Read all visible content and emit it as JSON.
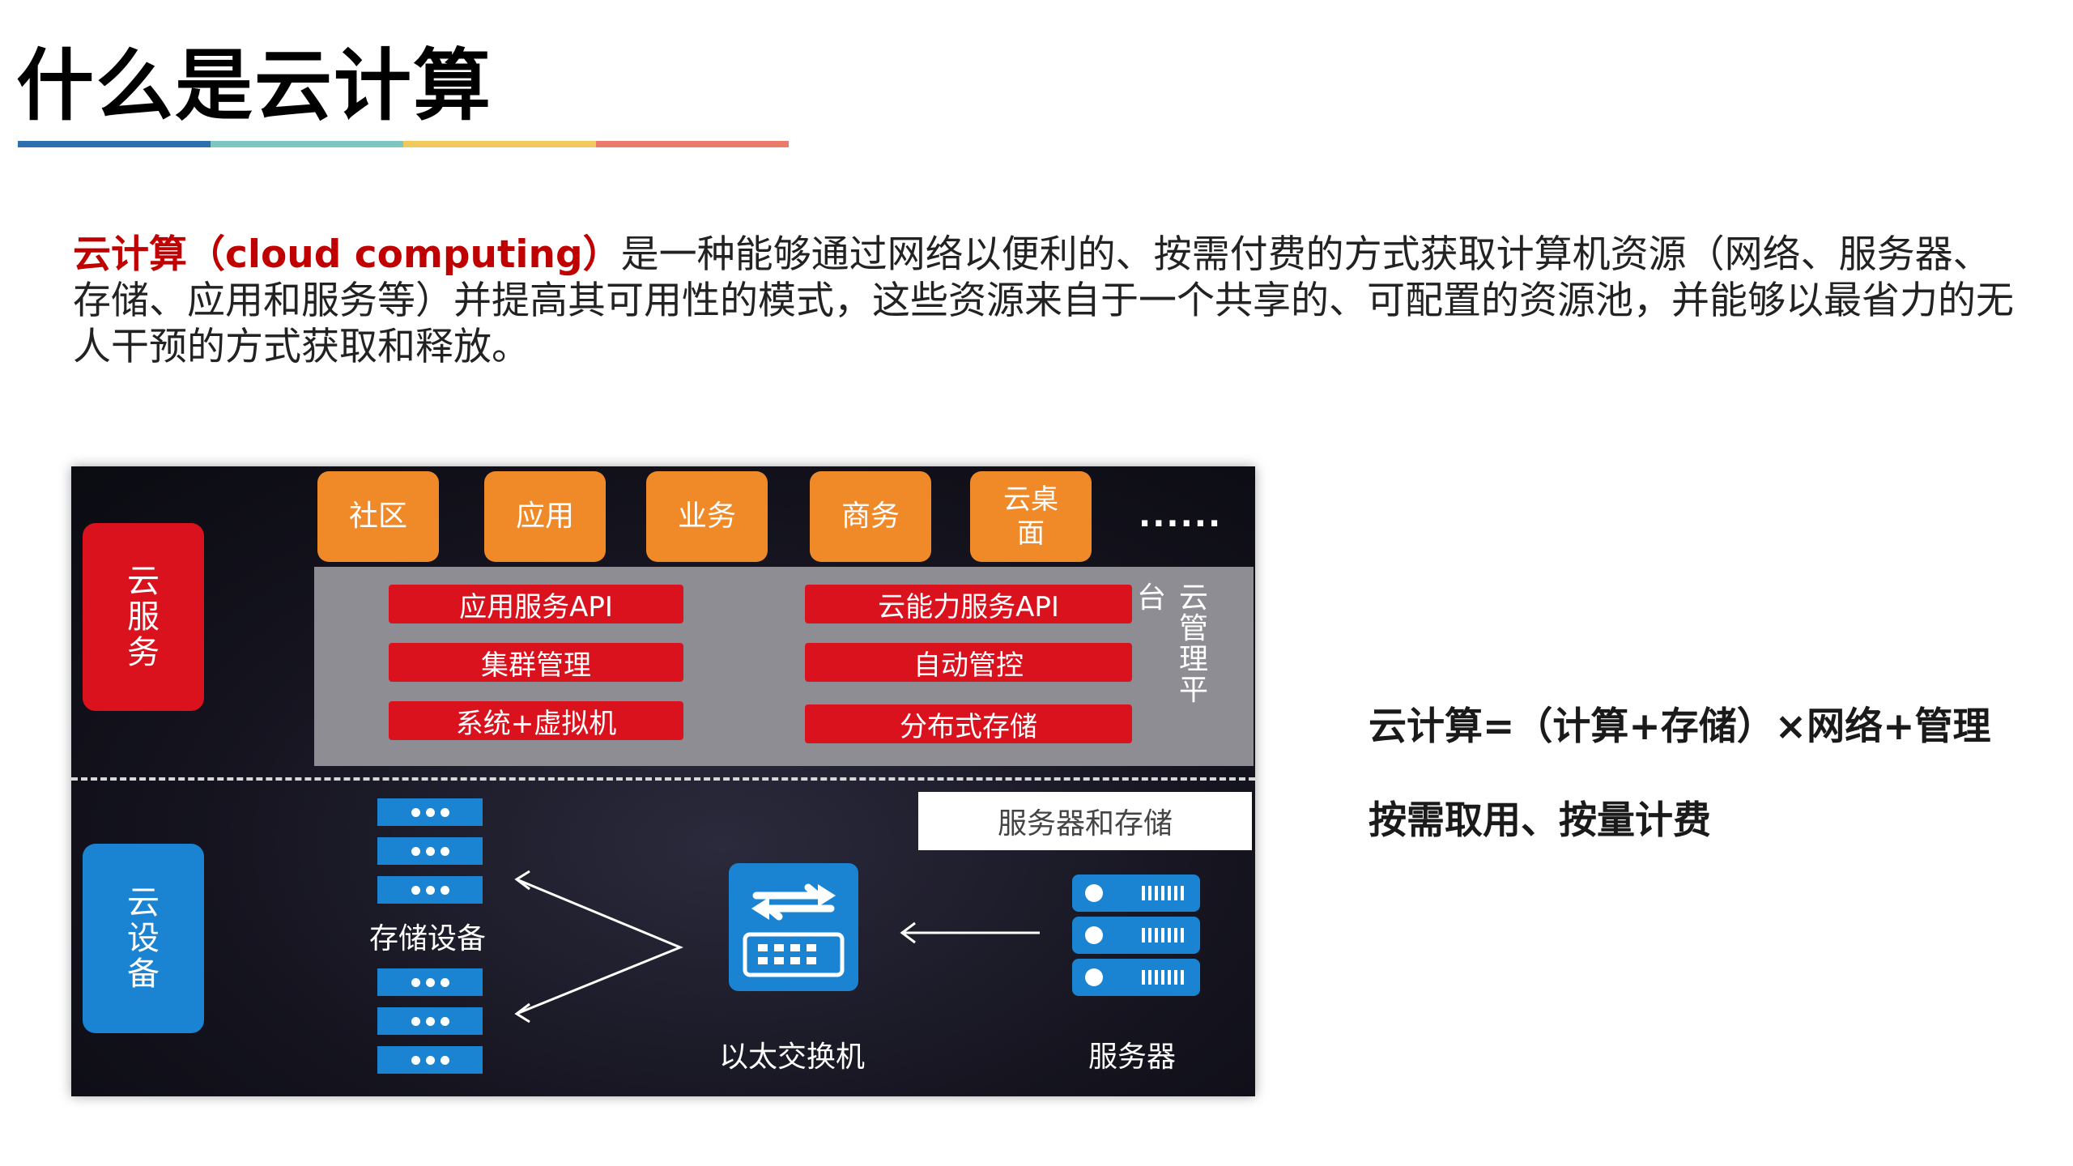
{
  "title": "什么是云计算",
  "title_bar_colors": [
    "#2e6fb0",
    "#7ec6c2",
    "#f2c95c",
    "#eb7b6a"
  ],
  "intro": {
    "highlight": "云计算（cloud computing）",
    "text": "是一种能够通过网络以便利的、按需付费的方式获取计算机资源（网络、服务器、存储、应用和服务等）并提高其可用性的模式，这些资源来自于一个共享的、可配置的资源池，并能够以最省力的无人干预的方式获取和释放。"
  },
  "diagram": {
    "top_boxes": [
      "社区",
      "应用",
      "业务",
      "商务",
      "云桌面"
    ],
    "more": "......",
    "cloud_service_label": "云服务",
    "platform_left": [
      "应用服务API",
      "集群管理",
      "系统+虚拟机"
    ],
    "platform_right": [
      "云能力服务API",
      "自动管控",
      "分布式存储"
    ],
    "platform_label_a": "台",
    "platform_label_b": "云管理平",
    "cloud_device_label": "云设备",
    "server_storage_label": "服务器和存储",
    "storage_label": "存储设备",
    "switch_label": "以太交换机",
    "server_label": "服务器",
    "colors": {
      "orange": "#f08a28",
      "red": "#d9121e",
      "blue": "#1a84d2"
    }
  },
  "formula": "云计算=（计算+存储）×网络+管理",
  "on_demand": "按需取用、按量计费"
}
